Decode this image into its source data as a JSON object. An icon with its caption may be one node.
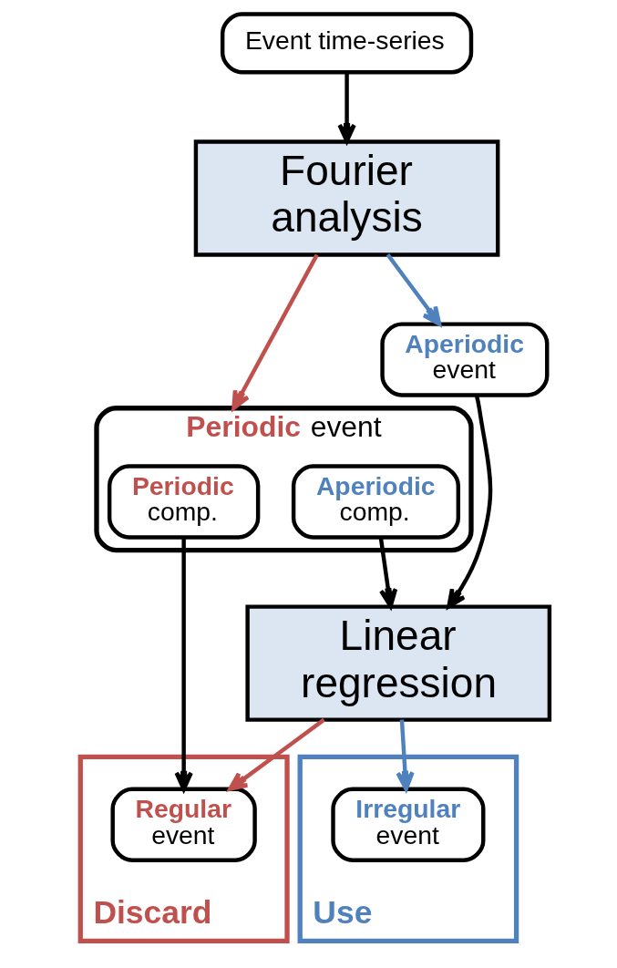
{
  "diagram": {
    "nodes": [
      {
        "text": [
          "Event time-series"
        ]
      },
      {
        "text": [
          "Fourier analysis"
        ]
      },
      {
        "text": [
          "**Periodic** event"
        ]
      },
      {
        "text": [
          "**Periodic** comp."
        ],
        "in": 2
      },
      {
        "text": [
          "**Aperiodic** comp."
        ],
        "in": 2
      },
      {
        "text": [
          "**Aperiodic** event"
        ]
      },
      {
        "text": [
          "Linear regression"
        ]
      },
      {
        "text": [
          "**Discard**"
        ]
      },
      {
        "text": [
          "**Regular** event"
        ],
        "in": 7
      },
      {
        "text": [
          "**Use**"
        ]
      },
      {
        "text": [
          "**Irregular** event"
        ],
        "in": 9
      }
    ],
    "edges": [
      {
        "from": 0,
        "to": 1,
        "arrow": "to"
      },
      {
        "from": 1,
        "to": 2,
        "arrow": "to",
        "color": "#c0504d"
      },
      {
        "from": 1,
        "to": 5,
        "arrow": "to",
        "color": "#4f81bd"
      },
      {
        "from": 4,
        "to": 6,
        "arrow": "to"
      },
      {
        "from": 5,
        "to": 6,
        "arrow": "to"
      },
      {
        "from": 3,
        "to": 8,
        "arrow": "to"
      },
      {
        "from": 6,
        "to": 8,
        "arrow": "to",
        "color": "#c0504d"
      },
      {
        "from": 6,
        "to": 10,
        "arrow": "to",
        "color": "#4f81bd"
      }
    ]
  }
}
